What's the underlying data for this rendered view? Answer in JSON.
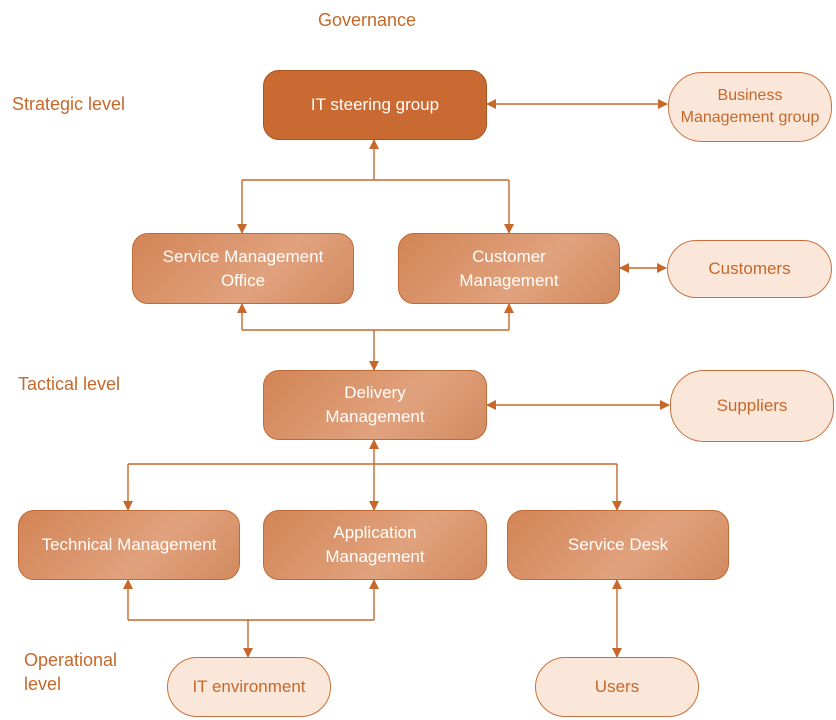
{
  "title": "Governance",
  "levels": {
    "strategic": "Strategic level",
    "tactical": "Tactical level",
    "operational": "Operational level"
  },
  "nodes": {
    "it_steering_group": "IT steering group",
    "business_management_group": "Business Management group",
    "service_management_office": "Service Management Office",
    "customer_management": "Customer Management",
    "customers": "Customers",
    "delivery_management": "Delivery Management",
    "suppliers": "Suppliers",
    "technical_management": "Technical Management",
    "application_management": "Application Management",
    "service_desk": "Service Desk",
    "it_environment": "IT environment",
    "users": "Users"
  },
  "colors": {
    "accent": "#c5682a",
    "dark_node": "#c96a33",
    "mid_node": "#d38455",
    "light_node": "#fbe6da"
  }
}
